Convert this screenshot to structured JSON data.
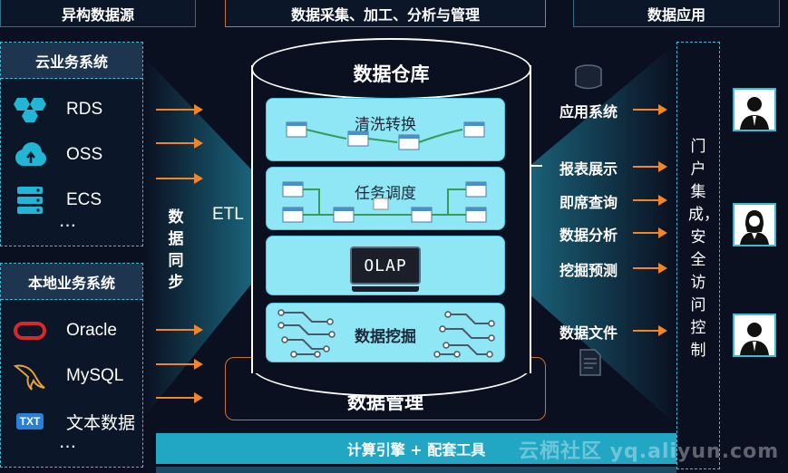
{
  "headers": {
    "left": "异构数据源",
    "middle": "数据采集、加工、分析与管理",
    "right": "数据应用"
  },
  "cloud_panel": {
    "title": "云业务系统",
    "items": [
      {
        "label": "RDS",
        "icon": "rds-icon"
      },
      {
        "label": "OSS",
        "icon": "oss-icon"
      },
      {
        "label": "ECS",
        "icon": "ecs-icon"
      }
    ],
    "more": "…"
  },
  "local_panel": {
    "title": "本地业务系统",
    "items": [
      {
        "label": "Oracle",
        "icon": "oracle-icon"
      },
      {
        "label": "MySQL",
        "icon": "mysql-icon"
      },
      {
        "label": "文本数据",
        "icon": "txt-icon",
        "badge": "TXT"
      }
    ],
    "more": "…"
  },
  "sync_label": "数据同步",
  "etl_label": "ETL",
  "warehouse": {
    "title": "数据仓库",
    "tiles": [
      {
        "label": "清洗转换"
      },
      {
        "label": "任务调度"
      },
      {
        "label": "OLAP"
      },
      {
        "label": "数据挖掘"
      }
    ],
    "management": "数据管理"
  },
  "compute_bar": "计算引擎 + 配套工具",
  "applications": [
    {
      "label": "应用系统"
    },
    {
      "label": "报表展示"
    },
    {
      "label": "即席查询"
    },
    {
      "label": "数据分析"
    },
    {
      "label": "挖掘预测"
    },
    {
      "label": "数据文件"
    }
  ],
  "portal_text": "门户集成，安全访问控制",
  "watermark": "云栖社区 yq.aliyun.com",
  "colors": {
    "accent_orange": "#f0852a",
    "accent_cyan": "#3bbcd6",
    "tile_fill": "#8fe6f5",
    "bar_fill": "#21a7c4"
  }
}
